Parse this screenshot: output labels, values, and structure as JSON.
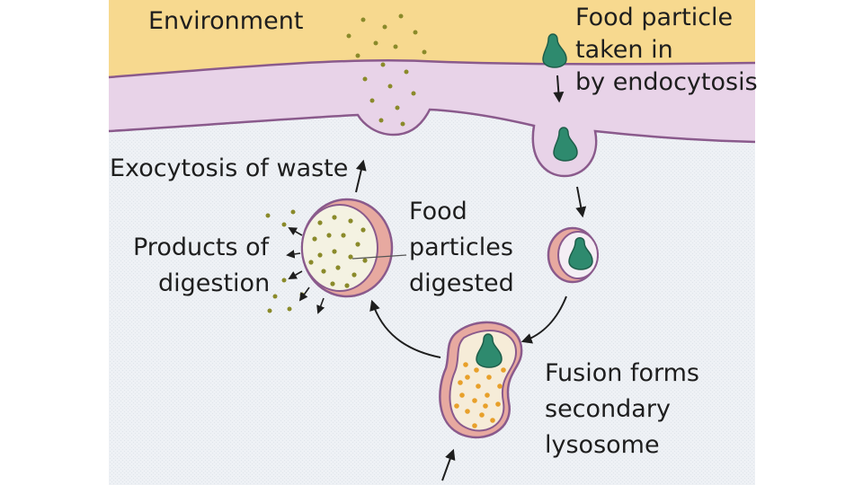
{
  "diagram": {
    "labels": {
      "environment": "Environment",
      "food_particle": [
        "Food particle",
        "taken in",
        "by endocytosis"
      ],
      "exocytosis": "Exocytosis of waste",
      "products": [
        "Products of",
        "digestion"
      ],
      "food_digested": [
        "Food",
        "particles",
        "digested"
      ],
      "fusion": [
        "Fusion forms",
        "secondary",
        "lysosome"
      ]
    },
    "colors": {
      "environment": "#f7d98f",
      "membrane": "#e8d3e8",
      "membrane_edge": "#8a5a8c",
      "cytoplasm": "#eef2f6",
      "food_particle": "#2e8a6e",
      "digestion_dots": "#8a8a2a",
      "lysosome_dots": "#e8a02a",
      "lysosome_rim": "#e7a9a0",
      "arrow": "#1e1e1e"
    }
  }
}
